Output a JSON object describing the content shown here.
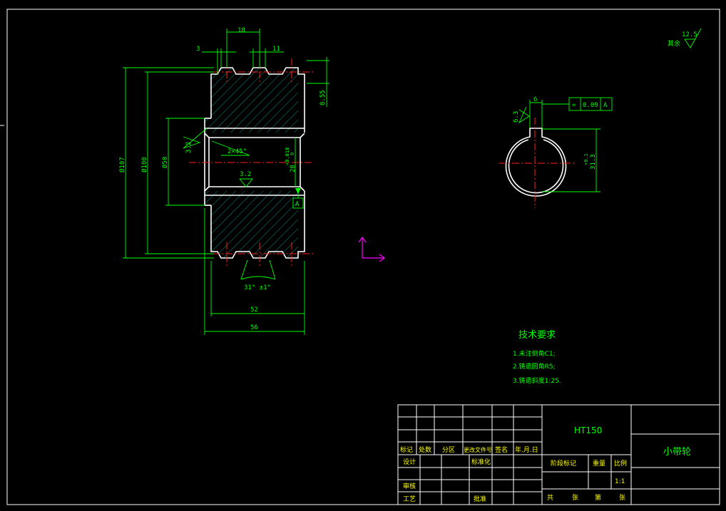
{
  "dimensions": {
    "top_pitch": "18",
    "top_left": "3",
    "top_right": "11",
    "groove_depth": "8.55",
    "dia_outer": "Ø107",
    "dia_pitch": "Ø100",
    "dia_hub": "Ø50",
    "bore_chamfer": "2×45°",
    "roughness_left": "3.2",
    "roughness_bore": "3.2",
    "bore_fit": "28",
    "bore_tol_upper": "+0.018",
    "bore_tol_lower": "0",
    "groove_angle": "31° ±1°",
    "width_inner": "52",
    "width_outer": "56",
    "datum": "A"
  },
  "section_view": {
    "keyway_width": "6",
    "roughness_keyway": "6.3",
    "tolerance_frame": {
      "symbol": "=",
      "value": "0.09",
      "datum": "A"
    },
    "keyway_depth": "31.3",
    "keyway_tol": "+0.1"
  },
  "roughness_remainder": {
    "label": "其余",
    "value": "12.5"
  },
  "tech_requirements": {
    "title": "技术要求",
    "items": [
      "1.未注倒角C1;",
      "2.铸造圆角R5;",
      "3.铸造斜度1:25."
    ]
  },
  "title_block": {
    "material": "HT150",
    "part_name": "小带轮",
    "rev_headers": [
      "标记",
      "处数",
      "分区",
      "更改文件号",
      "签名",
      "年.月.日"
    ],
    "design": "设计",
    "standardize": "标准化",
    "review": "审核",
    "process": "工艺",
    "approve": "批准",
    "stage_mark": "阶段标记",
    "weight": "重量",
    "scale_label": "比例",
    "scale_value": "1:1",
    "sheet": [
      "共",
      "张",
      "第",
      "张"
    ]
  }
}
